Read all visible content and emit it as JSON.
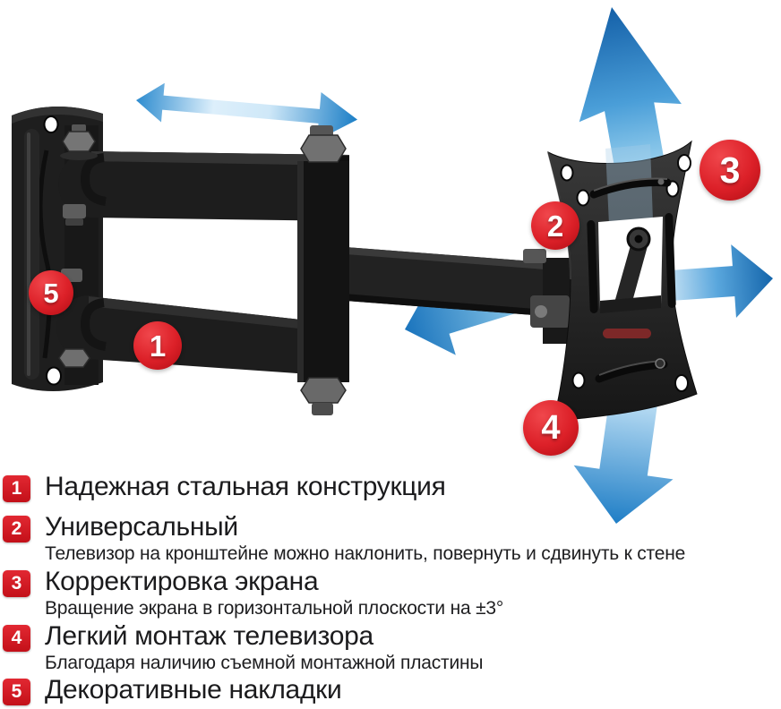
{
  "figure": {
    "callouts": [
      "1",
      "2",
      "3",
      "4",
      "5"
    ],
    "icons": {
      "arrow_slide_horizontal": "double-headed-horizontal-arrow",
      "arrow_up": "up-arrow",
      "arrow_right": "right-arrow",
      "arrow_down": "down-arrow",
      "arrow_toward_wall": "left-arrow",
      "subject": "articulated-tv-wall-mount-bracket"
    }
  },
  "features": [
    {
      "num": "1",
      "title": "Надежная стальная конструкция",
      "subtitle": ""
    },
    {
      "num": "2",
      "title": "Универсальный",
      "subtitle": "Телевизор на кронштейне можно наклонить, повернуть и сдвинуть к стене"
    },
    {
      "num": "3",
      "title": "Корректировка экрана",
      "subtitle": "Вращение экрана в горизонтальной плоскости на ±3°"
    },
    {
      "num": "4",
      "title": "Легкий монтаж телевизора",
      "subtitle": "Благодаря наличию съемной монтажной пластины"
    },
    {
      "num": "5",
      "title": "Декоративные накладки",
      "subtitle": ""
    }
  ],
  "colors": {
    "badge_red": "#dc2028",
    "arrow_blue": "#1f7ec6",
    "bracket_black": "#1d1d1d",
    "title_text": "#1b1b1d"
  }
}
